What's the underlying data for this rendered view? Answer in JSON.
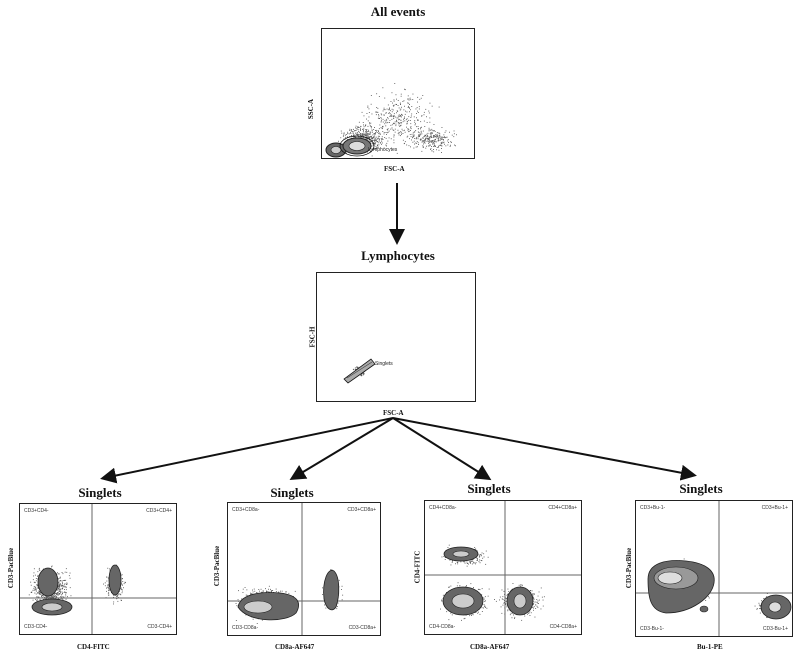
{
  "top": {
    "title": "All events",
    "ylabel": "SSC-A",
    "xlabel": "FSC-A",
    "gate": "Lymphocytes"
  },
  "mid": {
    "title": "Lymphocytes",
    "ylabel": "FSC-H",
    "xlabel": "FSC-A",
    "gate": "Singlets"
  },
  "p1": {
    "title": "Singlets",
    "ylabel": "CD3-PacBlue",
    "xlabel": "CD4-FITC",
    "q_tl": "CD3+CD4-",
    "q_tr": "CD3+CD4+",
    "q_bl": "CD3-CD4-",
    "q_br": "CD3-CD4+"
  },
  "p2": {
    "title": "Singlets",
    "ylabel": "CD3-PacBlue",
    "xlabel": "CD8a-AF647",
    "q_tl": "CD3+CD8a-",
    "q_tr": "CD3+CD8a+",
    "q_bl": "CD3-CD8a-",
    "q_br": "CD3-CD8a+"
  },
  "p3": {
    "title": "Singlets",
    "ylabel": "CD4-FITC",
    "xlabel": "CD8a-AF647",
    "q_tl": "CD4+CD8a-",
    "q_tr": "CD4+CD8a+",
    "q_bl": "CD4-CD8a-",
    "q_br": "CD4-CD8a+"
  },
  "p4": {
    "title": "Singlets",
    "ylabel": "CD3-PacBlue",
    "xlabel": "Bu-1-PE",
    "q_tl": "CD3+Bu-1-",
    "q_tr": "CD3+Bu-1+",
    "q_bl": "CD3-Bu-1-",
    "q_br": "CD3-Bu-1+"
  }
}
